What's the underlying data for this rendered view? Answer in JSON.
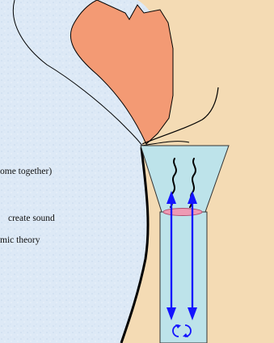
{
  "text_lines": [
    "ome together)",
    "create sound",
    "mic theory"
  ],
  "colors": {
    "background_left": "#dde9f6",
    "tissue": "#f4dbb4",
    "nose_tip": "#f39a74",
    "tube": "#bde3ea",
    "arrow": "#1414ff",
    "vocal_folds": "#ee9ab4",
    "outline": "#000000"
  },
  "icons": {
    "wavy_lines": "sound-wave-icon",
    "circular_arrows": "cycle-icon"
  }
}
